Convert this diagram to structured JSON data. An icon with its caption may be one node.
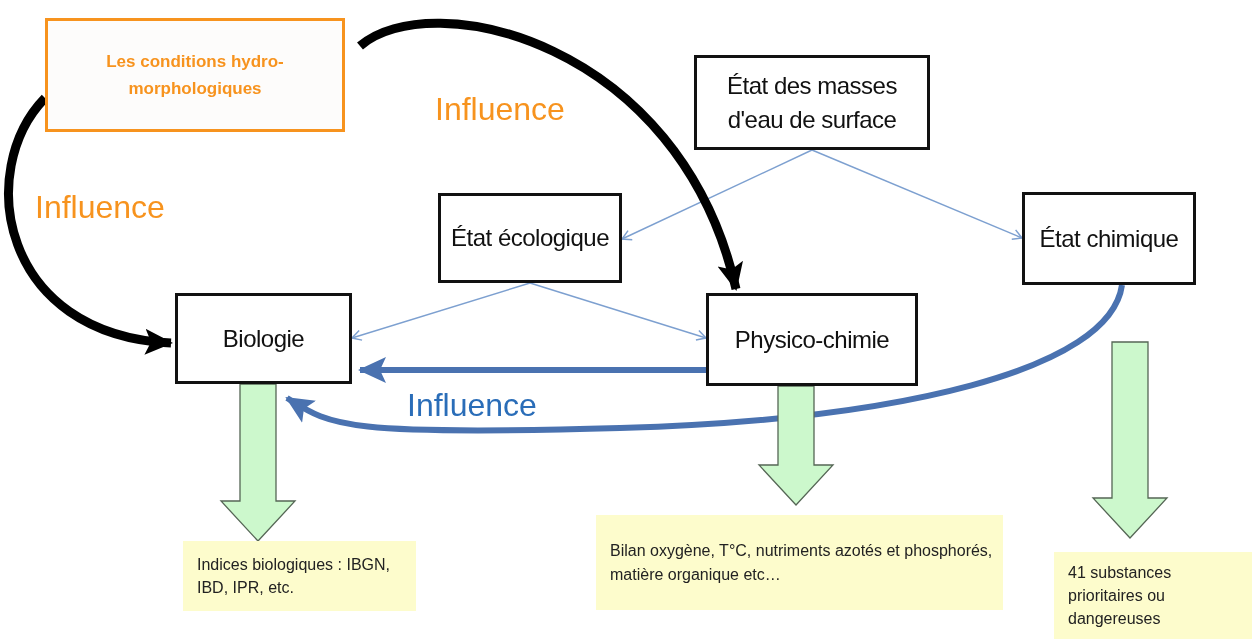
{
  "diagram": {
    "nodes": [
      {
        "text": [
          "Les conditions hydro-morphologiques"
        ]
      },
      {
        "text": [
          "État des masses d'eau de surface"
        ]
      },
      {
        "text": [
          "État écologique"
        ]
      },
      {
        "text": [
          "État chimique"
        ]
      },
      {
        "text": [
          "Biologie"
        ]
      },
      {
        "text": [
          "Physico-chimie"
        ]
      },
      {
        "text": [
          "Indices biologiques : IBGN, IBD, IPR, etc."
        ]
      },
      {
        "text": [
          "Bilan oxygène, T°C, nutriments azotés et phosphorés, matière organique etc…"
        ]
      },
      {
        "text": [
          "41 substances prioritaires ou dangereuses"
        ]
      }
    ],
    "edges": [
      {
        "from": 1,
        "to": 2,
        "arrow": "to"
      },
      {
        "from": 1,
        "to": 3,
        "arrow": "to"
      },
      {
        "from": 2,
        "to": 4,
        "arrow": "to"
      },
      {
        "from": 2,
        "to": 5,
        "arrow": "to"
      },
      {
        "from": 0,
        "to": 4,
        "arrow": "to",
        "label": "Influence",
        "style": "thick",
        "color": "#000000"
      },
      {
        "from": 0,
        "to": 5,
        "arrow": "to",
        "label": "Influence",
        "style": "thick",
        "color": "#000000"
      },
      {
        "from": 5,
        "to": 4,
        "arrow": "to",
        "style": "thick",
        "color": "#4a72b0"
      },
      {
        "from": 3,
        "to": 4,
        "arrow": "to",
        "label": "Influence",
        "style": "thick",
        "color": "#4a72b0"
      },
      {
        "from": 4,
        "to": 6,
        "arrow": "to",
        "style": "thick",
        "color": "#ccf8cc"
      },
      {
        "from": 5,
        "to": 7,
        "arrow": "to",
        "style": "thick",
        "color": "#ccf8cc"
      },
      {
        "from": 3,
        "to": 8,
        "arrow": "to",
        "style": "thick",
        "color": "#ccf8cc"
      }
    ]
  }
}
